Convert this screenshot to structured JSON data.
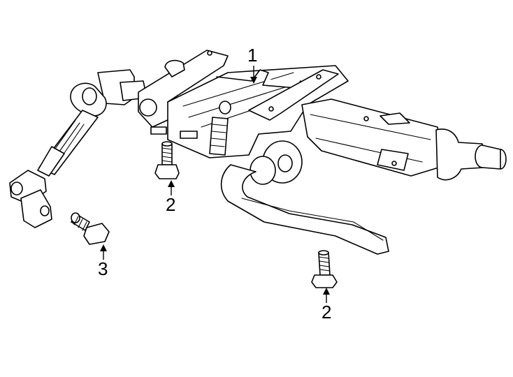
{
  "callouts": [
    {
      "id": "column",
      "label": "1"
    },
    {
      "id": "bolt-a",
      "label": "2"
    },
    {
      "id": "bolt-b",
      "label": "2"
    },
    {
      "id": "bolt-c",
      "label": "3"
    }
  ]
}
